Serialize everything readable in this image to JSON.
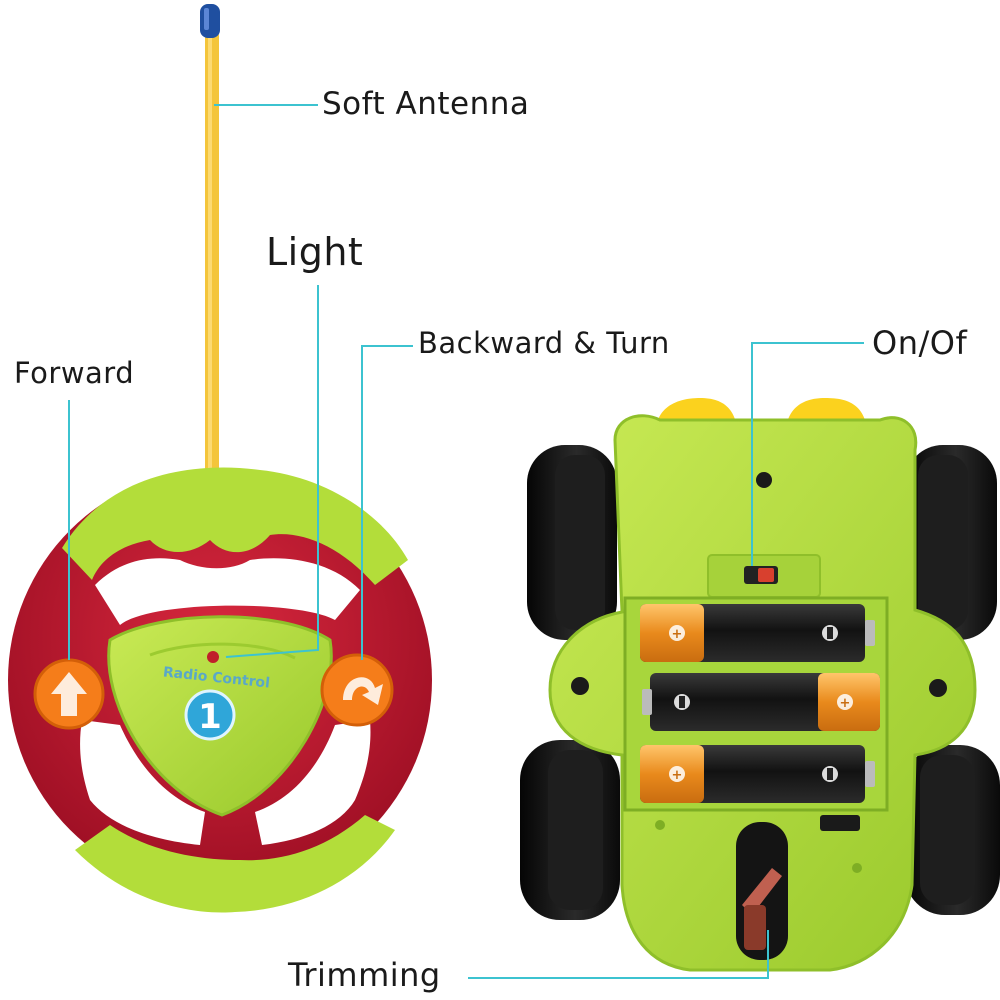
{
  "labels": {
    "soft_antenna": "Soft Antenna",
    "light": "Light",
    "backward_turn": "Backward & Turn",
    "forward": "Forward",
    "on_off": "On/Of",
    "trimming": "Trimming"
  },
  "remote": {
    "brand_text": "Radio Control",
    "channel_number": "1"
  },
  "colors": {
    "callout_line": "#3cc3d0",
    "lime_green": "#b3dd3a",
    "dark_green": "#8fbf2a",
    "wheel_red": "#c01830",
    "button_orange": "#f57d1a",
    "antenna_yellow": "#f4c53a",
    "antenna_tip_blue": "#1f4fa0",
    "badge_blue": "#2fa6d9",
    "tire_black": "#141414",
    "battery_gold": "#f0992a",
    "battery_black": "#1d1d1d",
    "yellow_light": "#fbd21e"
  }
}
